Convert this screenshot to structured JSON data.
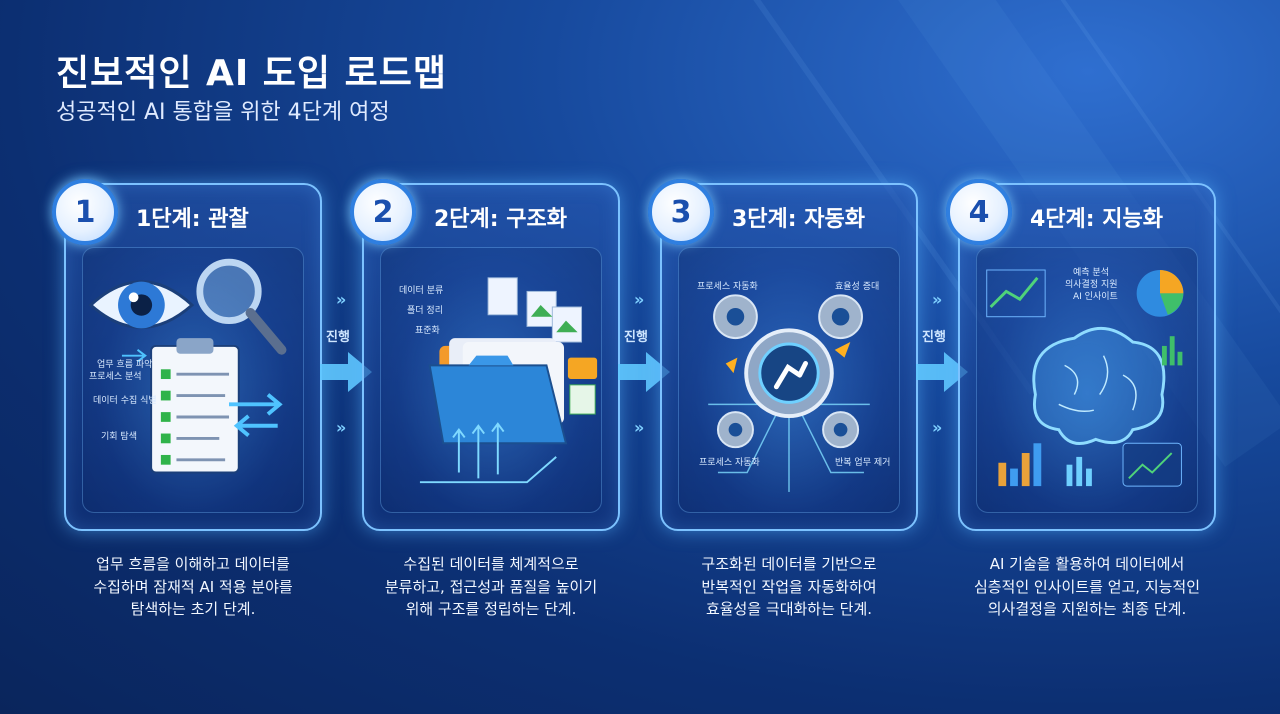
{
  "title": "진보적인 AI 도입 로드맵",
  "subtitle": "성공적인 AI 통합을 위한 4단계 여정",
  "connector_label": "진행",
  "steps": [
    {
      "number": "1",
      "title": "1단계: 관찰",
      "labels": [
        "업무 흐름 파악",
        "프로세스 분석",
        "데이터 수집 식별",
        "기회 탐색"
      ],
      "desc": [
        "업무 흐름을 이해하고 데이터를",
        "수집하며 잠재적 AI 적용 분야를",
        "탐색하는 초기 단계."
      ]
    },
    {
      "number": "2",
      "title": "2단계: 구조화",
      "labels": [
        "데이터 분류",
        "폴더 정리",
        "표준화"
      ],
      "desc": [
        "수집된 데이터를 체계적으로",
        "분류하고, 접근성과 품질을 높이기",
        "위해 구조를 정립하는 단계."
      ]
    },
    {
      "number": "3",
      "title": "3단계: 자동화",
      "labels": [
        "프로세스 자동화",
        "효율성 증대",
        "프로세스 자동화",
        "반복 업무 제거"
      ],
      "desc": [
        "구조화된 데이터를 기반으로",
        "반복적인 작업을 자동화하여",
        "효율성을 극대화하는 단계."
      ]
    },
    {
      "number": "4",
      "title": "4단계: 지능화",
      "labels": [
        "예측 분석",
        "의사결정 지원",
        "AI 인사이트"
      ],
      "desc": [
        "AI 기술을 활용하여 데이터에서",
        "심층적인 인사이트를 얻고, 지능적인",
        "의사결정을 지원하는 최종 단계."
      ]
    }
  ]
}
